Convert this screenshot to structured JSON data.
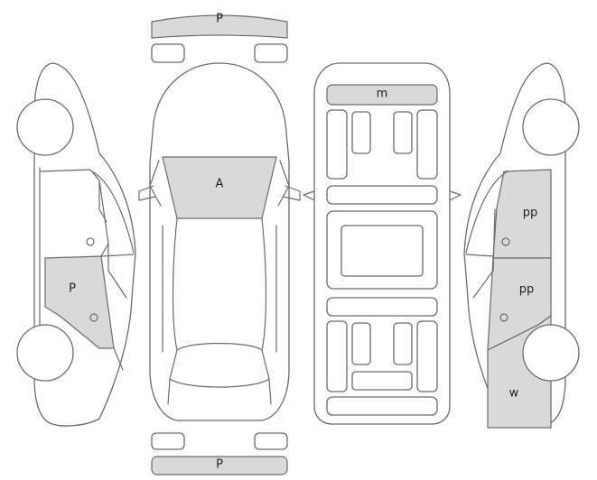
{
  "damage_marks": {
    "front_bumper": "P",
    "rear_bumper": "P",
    "windshield": "A",
    "roof_front": "m",
    "left_rear_door": "P",
    "right_front_door": "pp",
    "right_rear_door": "pp",
    "right_rear_quarter": "w"
  },
  "colors": {
    "damaged_fill": "#d9d9d9",
    "outline": "#6b6b6b",
    "background": "#ffffff"
  }
}
